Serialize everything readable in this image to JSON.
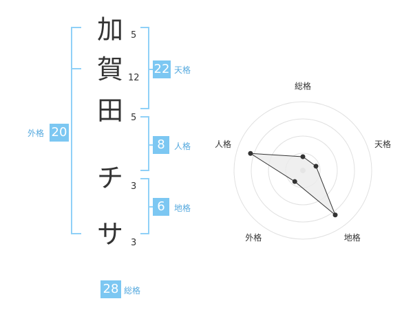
{
  "name": {
    "characters": [
      {
        "char": "加",
        "strokes": "5"
      },
      {
        "char": "賀",
        "strokes": "12"
      },
      {
        "char": "田",
        "strokes": "5"
      },
      {
        "char": "チ",
        "strokes": "3"
      },
      {
        "char": "サ",
        "strokes": "3"
      }
    ]
  },
  "fortune": {
    "tenkaku": {
      "value": "22",
      "label": "天格"
    },
    "jinkaku": {
      "value": "8",
      "label": "人格"
    },
    "chikaku": {
      "value": "6",
      "label": "地格"
    },
    "gaikaku": {
      "value": "20",
      "label": "外格"
    },
    "soukaku": {
      "value": "28",
      "label": "総格"
    }
  },
  "chart_data": {
    "type": "radar",
    "axes": [
      "総格",
      "天格",
      "地格",
      "外格",
      "人格"
    ],
    "values": [
      1,
      1,
      4,
      1,
      4
    ],
    "range": [
      0,
      5
    ],
    "rings": 4
  },
  "colors": {
    "accent": "#7cc7f2",
    "accent_text": "#55a9de",
    "bracket": "#8fd0f7",
    "grid": "#e0e0e0",
    "radar_fill": "#ebebeb",
    "radar_stroke": "#333333"
  }
}
